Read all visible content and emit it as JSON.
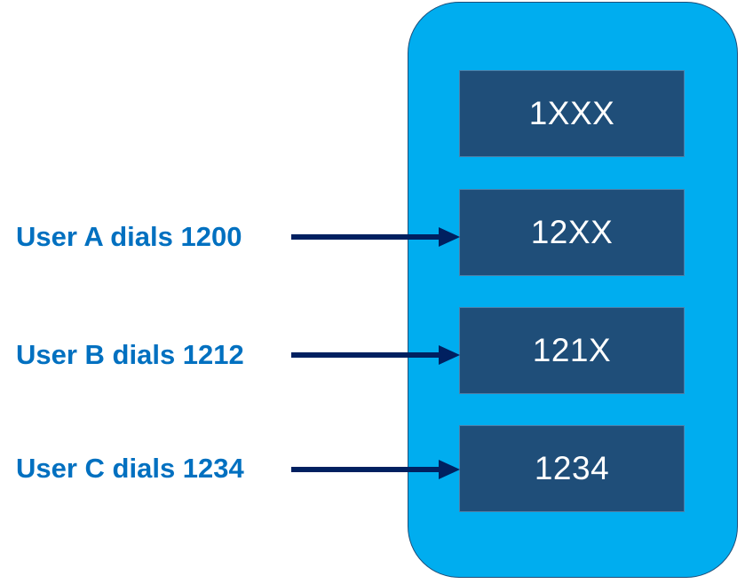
{
  "dial_patterns": [
    "1XXX",
    "12XX",
    "121X",
    "1234"
  ],
  "callers": [
    {
      "label": "User A dials 1200",
      "target_pattern": "12XX"
    },
    {
      "label": "User B dials 1212",
      "target_pattern": "121X"
    },
    {
      "label": "User C dials 1234",
      "target_pattern": "1234"
    }
  ],
  "colors": {
    "panel": "#00adef",
    "pattern_box": "#1f4e79",
    "pattern_text": "#ffffff",
    "caller_text": "#0070c0",
    "arrow": "#002060"
  }
}
